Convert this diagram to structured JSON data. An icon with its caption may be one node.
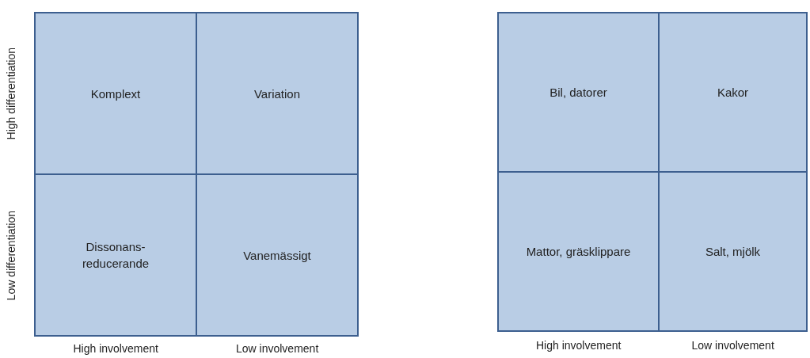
{
  "diagram": {
    "nodes": [
      {
        "text": [
          "Komplext"
        ]
      },
      {
        "text": [
          "Variation"
        ]
      },
      {
        "text": [
          "Dissonans-reducerande"
        ]
      },
      {
        "text": [
          "Vanemässigt"
        ]
      },
      {
        "text": [
          "Bil, datorer"
        ]
      },
      {
        "text": [
          "Kakor"
        ]
      },
      {
        "text": [
          "Mattor, gräsklippare"
        ]
      },
      {
        "text": [
          "Salt, mjölk"
        ]
      }
    ],
    "labels": [
      "High differentiation",
      "Low differentiation",
      "High involvement",
      "Low involvement",
      "High involvement",
      "Low involvement"
    ]
  }
}
